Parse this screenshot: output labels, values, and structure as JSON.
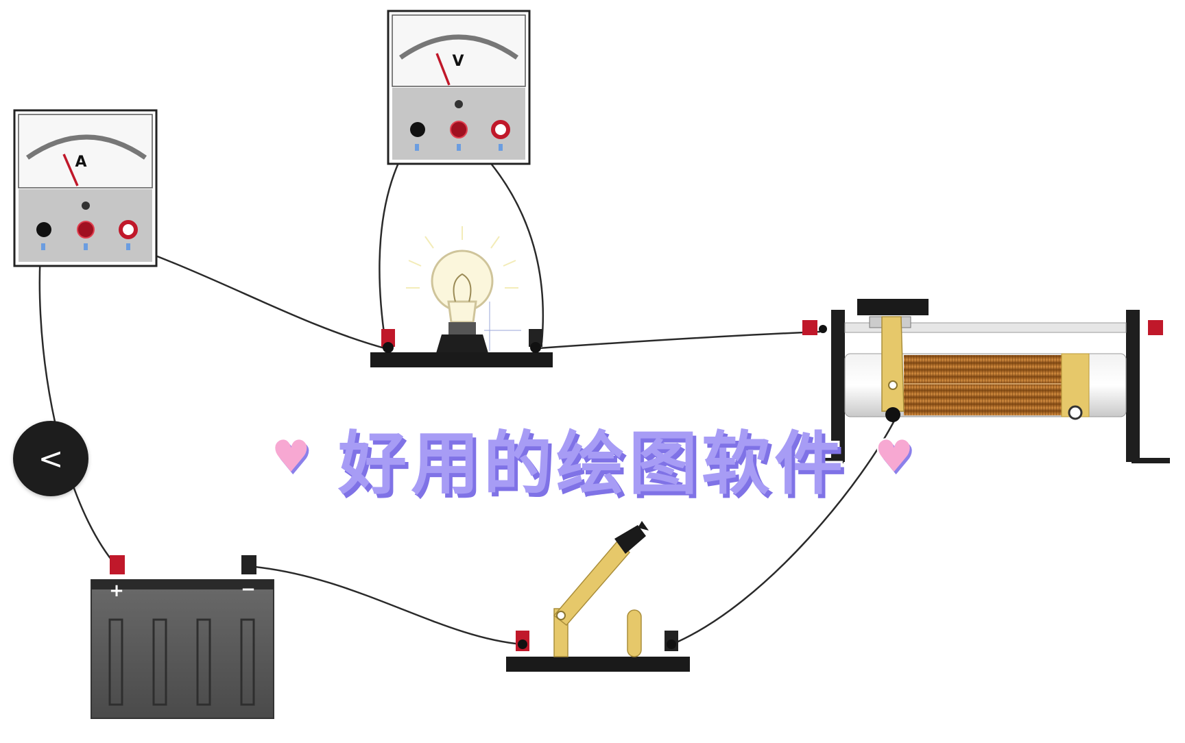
{
  "overlay": {
    "title": "好用的绘图软件",
    "heart_glyph": "♥",
    "back_glyph": "<"
  },
  "ammeter": {
    "symbol": "A"
  },
  "voltmeter": {
    "symbol": "V"
  },
  "battery": {
    "plus": "+",
    "minus": "−"
  },
  "colors": {
    "accent_purple": "#a79cf5",
    "heart_pink": "#f7a8d2",
    "terminal_red": "#c0182a",
    "wire": "#2a2a2a",
    "brass": "#e6c86a",
    "coil": "#b8742a"
  }
}
